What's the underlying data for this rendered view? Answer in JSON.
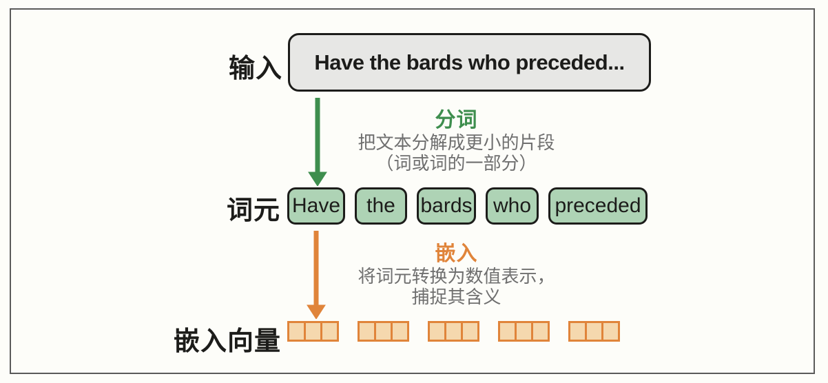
{
  "colors": {
    "background": "#fdfdf9",
    "frame": "#5a5a5a",
    "ink": "#1c1c1a",
    "gray_text": "#6f6f6f",
    "green": "#3e8e4e",
    "orange": "#e0843a",
    "input_fill": "#e7e7e5",
    "token_fill": "#aed3b5",
    "vector_fill": "#f5d8ae"
  },
  "input": {
    "label": "输入",
    "text": "Have the bards who preceded..."
  },
  "tokenization": {
    "title": "分词",
    "desc_line1": "把文本分解成更小的片段",
    "desc_line2": "（词或词的一部分）"
  },
  "tokens": {
    "label": "词元",
    "items": [
      "Have",
      "the",
      "bards",
      "who",
      "preceded"
    ]
  },
  "embedding": {
    "title": "嵌入",
    "desc_line1": "将词元转换为数值表示，",
    "desc_line2": "捕捉其含义"
  },
  "vectors": {
    "label": "嵌入向量",
    "group_count": 5,
    "cells_per_group": 3
  },
  "icons": {
    "tokenize_arrow": "down-arrow",
    "embed_arrow": "down-arrow"
  }
}
